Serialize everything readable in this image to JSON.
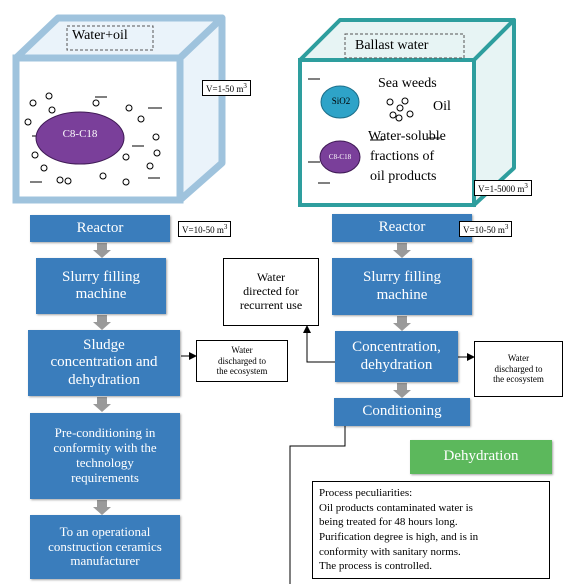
{
  "left_cube": {
    "label": "Water+oil",
    "molecule": "C8-C18",
    "volume_prefix": "V=1-50 m",
    "volume_sup": "3"
  },
  "right_cube": {
    "label": "Ballast water",
    "sio2": "SiO2",
    "sea_weeds": "Sea weeds",
    "oil": "Oil",
    "molecule": "C8-C18",
    "water_soluble_1": "Water-soluble",
    "water_soluble_2": "fractions of",
    "water_soluble_3": "oil products",
    "volume_prefix": "V=1-5000 m",
    "volume_sup": "3"
  },
  "left_flow": {
    "reactor": "Reactor",
    "reactor_vol_prefix": "V=10-50 m",
    "reactor_vol_sup": "3",
    "slurry_1": "Slurry filling",
    "slurry_2": "machine",
    "sludge_1": "Sludge",
    "sludge_2": "concentration and",
    "sludge_3": "dehydration",
    "water_out_1": "Water",
    "water_out_2": "discharged to",
    "water_out_3": "the ecosystem",
    "precond_1": "Pre-conditioning in",
    "precond_2": "conformity with the",
    "precond_3": "technology",
    "precond_4": "requirements",
    "ceramics_1": "To an operational",
    "ceramics_2": "construction ceramics",
    "ceramics_3": "manufacturer"
  },
  "middle": {
    "recurrent_1": "Water",
    "recurrent_2": "directed for",
    "recurrent_3": "recurrent use"
  },
  "right_flow": {
    "reactor": "Reactor",
    "reactor_vol_prefix": "V=10-50 m",
    "reactor_vol_sup": "3",
    "slurry_1": "Slurry filling",
    "slurry_2": "machine",
    "conc_1": "Concentration,",
    "conc_2": "dehydration",
    "water_out_1": "Water",
    "water_out_2": "discharged to",
    "water_out_3": "the ecosystem",
    "conditioning": "Conditioning",
    "dehydration": "Dehydration"
  },
  "peculiarities": {
    "line1": "Process peculiarities:",
    "line2": "Oil products contaminated water is",
    "line3": "being treated for 48 hours long.",
    "line4": "Purification degree is high, and is in",
    "line5": "conformity with sanitary norms.",
    "line6": "The process is controlled."
  },
  "colors": {
    "flow_box": "#3a7dbc",
    "dehydration_box": "#5cb85c",
    "left_cube_edge": "#9fc3dd",
    "right_cube_edge": "#2e9e9e",
    "molecule_fill": "#7a3f9a",
    "sio2_fill": "#2ea3c8"
  }
}
